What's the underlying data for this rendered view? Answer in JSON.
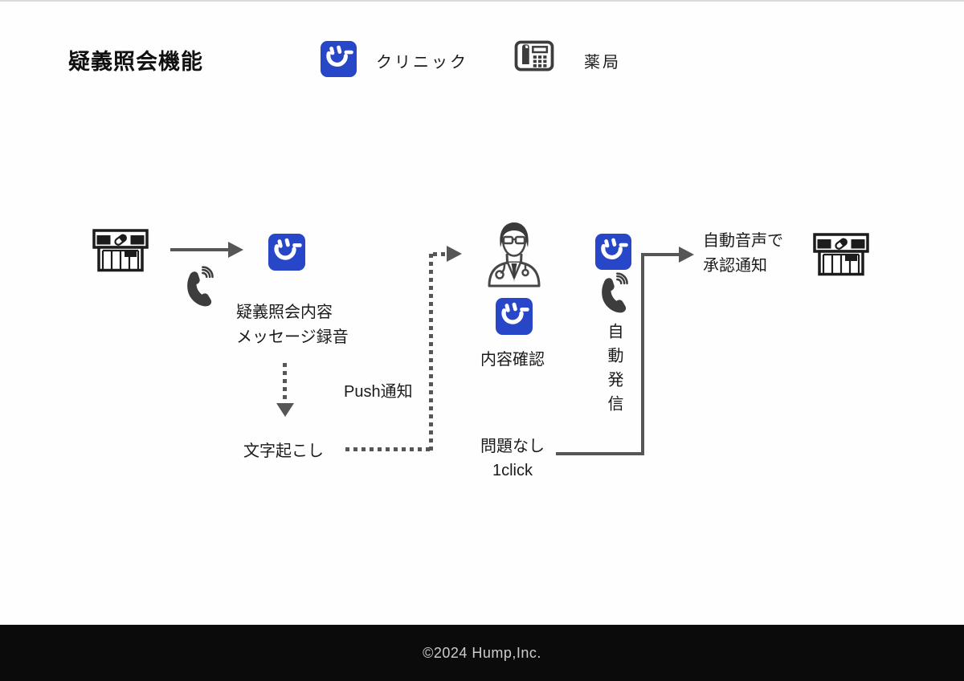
{
  "slide": {
    "title": "疑義照会機能",
    "footer_text": "©2024 Hump,Inc."
  },
  "legend": {
    "clinic_label": "クリニック",
    "pharmacy_label": "薬局"
  },
  "flow": {
    "record_line1": "疑義照会内容",
    "record_line2": "メッセージ録音",
    "transcribe_label": "文字起こし",
    "push_label": "Push通知",
    "review_label": "内容確認",
    "approve_line1": "問題なし",
    "approve_line2": "1click",
    "autocall_label": "自動発信",
    "notify_line1": "自動音声で",
    "notify_line2": "承認通知"
  },
  "icons": {
    "app": "brand-smile-app-icon",
    "fax": "fax-machine-icon",
    "phone": "ringing-phone-icon",
    "doctor": "doctor-icon",
    "store": "pharmacy-storefront-icon"
  },
  "colors": {
    "brand_blue": "#2746c8",
    "icon_gray": "#3d3d3d",
    "arrow_gray": "#565656",
    "outline_black": "#1c1c1c",
    "footer_bg": "#0b0b0b",
    "footer_text": "#cccccc"
  }
}
